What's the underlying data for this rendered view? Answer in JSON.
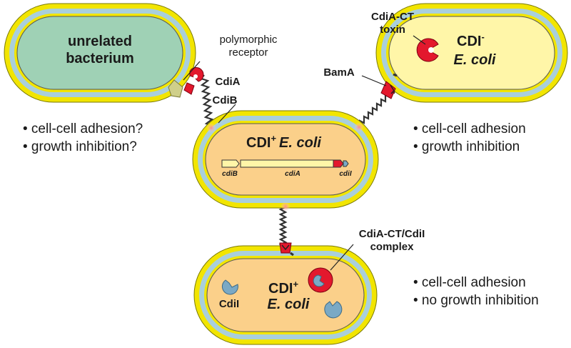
{
  "colors": {
    "outer_membrane": "#f2e500",
    "periplasm": "#a9cfdc",
    "cdi_positive_cytoplasm": "#fbd08a",
    "cdi_negative_cytoplasm": "#fff6a8",
    "unrelated_cytoplasm": "#9fd1b5",
    "toxin_red": "#e3182d",
    "immunity_blue": "#7aa9c5",
    "receptor_khaki": "#cfcf8a"
  },
  "cells": {
    "unrelated": {
      "line1": "unrelated",
      "line2": "bacterium"
    },
    "cdi_negative": {
      "line1_main": "CDI",
      "line1_sup": "-",
      "line2": "E. coli"
    },
    "center": {
      "main": "CDI",
      "sup": "+",
      "species": "E. coli"
    },
    "bottom": {
      "main": "CDI",
      "sup": "+",
      "species": "E. coli"
    }
  },
  "genes": {
    "cdiB": "cdiB",
    "cdiA": "cdiA",
    "cdiI": "cdiI"
  },
  "labels": {
    "polymorphic_receptor_1": "polymorphic",
    "polymorphic_receptor_2": "receptor",
    "cdiA": "CdiA",
    "cdiB": "CdiB",
    "bamA": "BamA",
    "toxin_1": "CdiA-CT",
    "toxin_2": "toxin",
    "complex_1": "CdiA-CT/CdiI",
    "complex_2": "complex",
    "cdiI": "CdiI"
  },
  "outcomes": {
    "left": [
      "• cell-cell adhesion?",
      "• growth inhibition?"
    ],
    "right": [
      "• cell-cell adhesion",
      "• growth inhibition"
    ],
    "bottom": [
      "• cell-cell adhesion",
      "• no growth inhibition"
    ]
  }
}
